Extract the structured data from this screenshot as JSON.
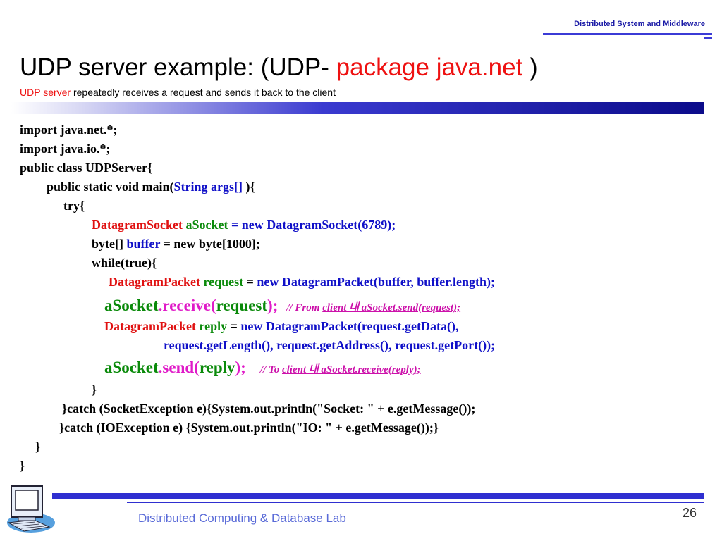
{
  "header": {
    "course": "Distributed System and Middleware"
  },
  "slide": {
    "title_prefix": "UDP server example: (UDP- ",
    "title_highlight": "package java.net",
    "title_suffix": " )",
    "subtitle_highlight": "UDP server",
    "subtitle_rest": " repeatedly receives a request and sends it back to the client"
  },
  "code": {
    "l1": "import java.net.*;",
    "l2": "import java.io.*;",
    "l3": "public class UDPServer{",
    "l4a": "public static void main(",
    "l4b": "String args[]",
    "l4c": " ){",
    "l5": "try{",
    "l6a": "DatagramSocket",
    "l6b": " aSocket",
    "l6c": " = new DatagramSocket(6789);",
    "l7a": "byte[] ",
    "l7b": "buffer",
    "l7c": " = new byte[1000];",
    "l8": "while(true){",
    "l9a": "DatagramPacket",
    "l9b": " request",
    "l9c": " = ",
    "l9d": "new DatagramPacket(buffer, buffer.length);",
    "l10a": "aSocket",
    "l10b": ".receive(",
    "l10c": "request",
    "l10d": ");",
    "l10e": "// From  ",
    "l10f": "client 내 aSocket.send(request);",
    "l11a": "DatagramPacket",
    "l11b": " reply",
    "l11c": " = ",
    "l11d": "new DatagramPacket(request.getData(),",
    "l12": "request.getLength(), request.getAddress(), request.getPort());",
    "l13a": "aSocket",
    "l13b": ".send(",
    "l13c": "reply",
    "l13d": ");",
    "l13e": "// To  ",
    "l13f": "client 내 aSocket.receive(reply);",
    "l14": "}",
    "l15": "}catch (SocketException e){System.out.println(\"Socket: \" + e.getMessage());",
    "l16": "}catch (IOException e) {System.out.println(\"IO: \" + e.getMessage());}",
    "l17": "}",
    "l18": "}"
  },
  "footer": {
    "lab": "Distributed Computing & Database Lab",
    "page": "26"
  },
  "icons": {
    "logo": "computer-icon"
  },
  "colors": {
    "accent_blue": "#2f2fd0",
    "highlight_red": "#ee1111",
    "comment_magenta": "#cc11aa"
  }
}
